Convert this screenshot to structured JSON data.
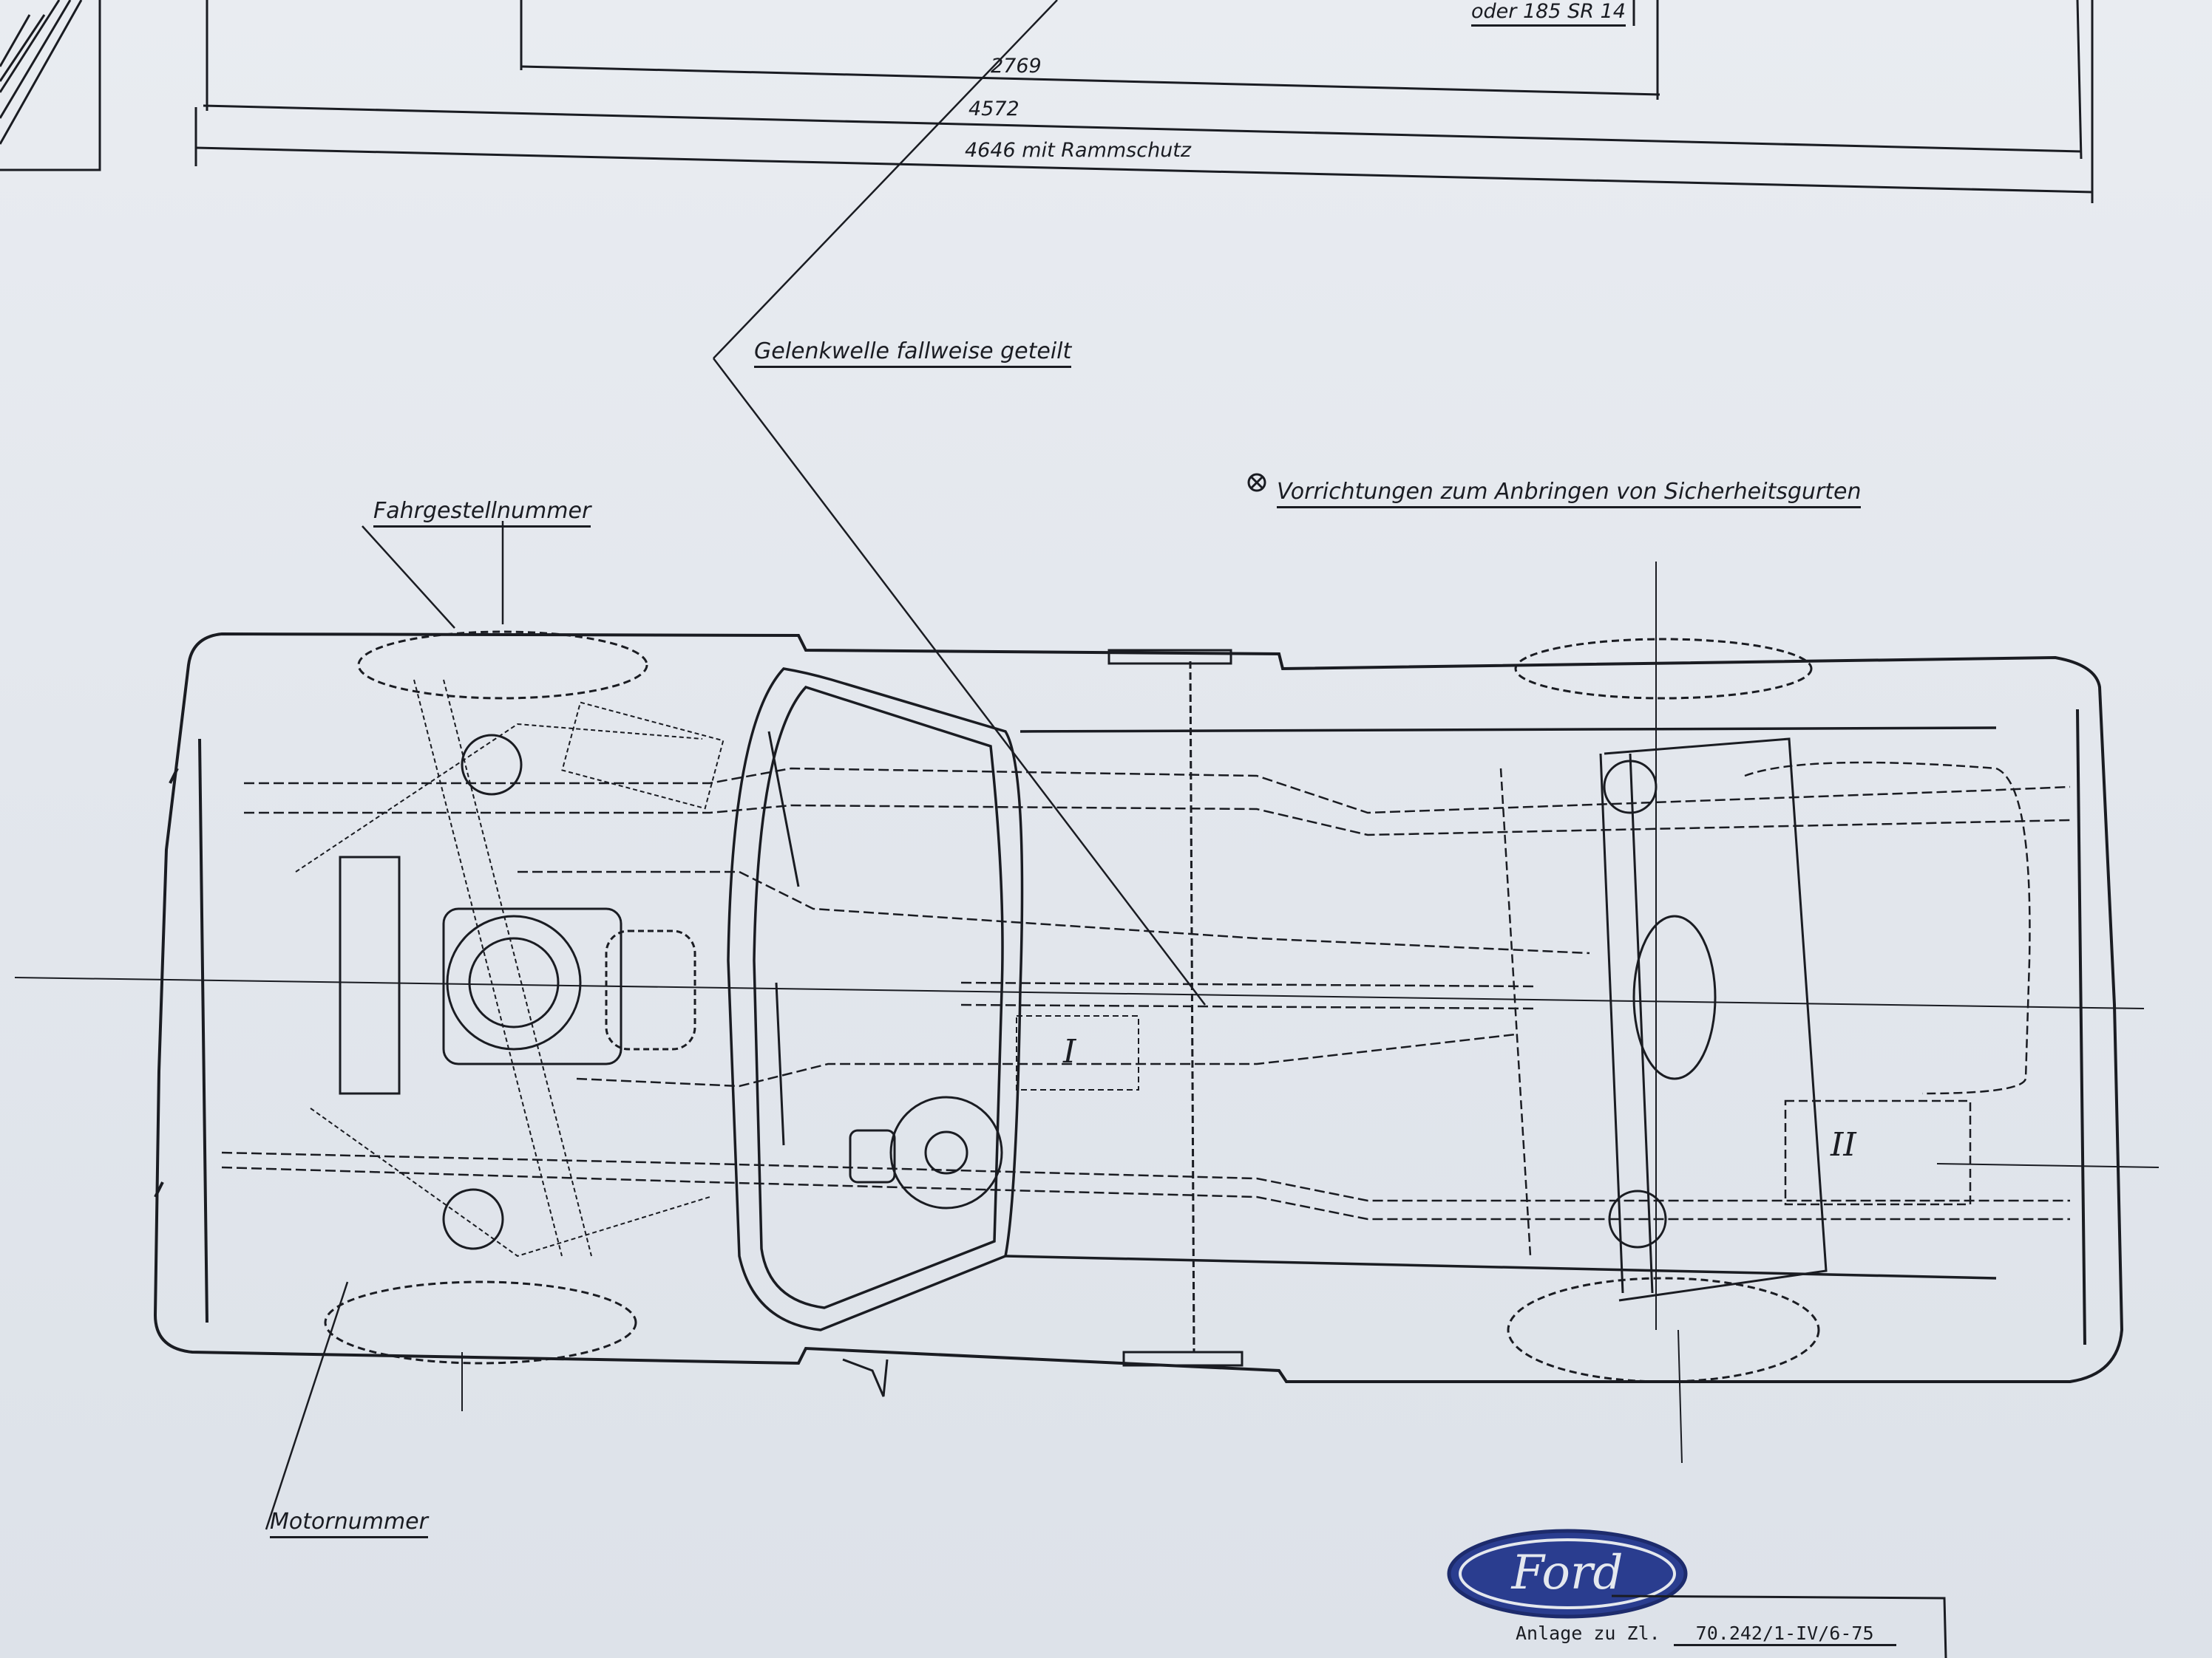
{
  "dimensions": {
    "tyre_note": "oder 185 SR 14",
    "wheelbase": "2769",
    "length": "4572",
    "length_with_bumper": "4646 mit Rammschutz"
  },
  "callouts": {
    "propshaft": "Gelenkwelle fallweise geteilt",
    "chassis_number": "Fahrgestellnummer",
    "seatbelt_symbol": "⊗",
    "seatbelt_anchors": "Vorrichtungen zum Anbringen von Sicherheitsgurten",
    "engine_number": "Motornummer"
  },
  "markers": {
    "tank_1": "I",
    "tank_2": "II"
  },
  "stamp": {
    "logo_text": "Ford",
    "ref_label": "Anlage zu Zl.",
    "ref_value": "70.242/1-IV/6-75"
  },
  "colors": {
    "ink": "#1a1c22",
    "logo_blue": "#2a3d8f"
  }
}
